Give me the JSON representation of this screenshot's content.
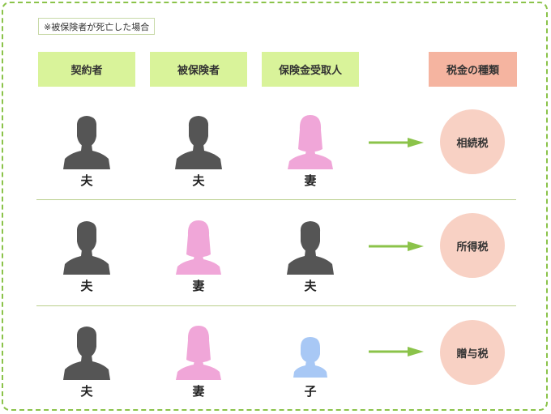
{
  "note": "※被保険者が死亡した場合",
  "headers": {
    "contractor": "契約者",
    "insured": "被保険者",
    "beneficiary": "保険金受取人",
    "tax_type": "税金の種類"
  },
  "colors": {
    "male": "#555555",
    "female": "#f0a6d8",
    "child": "#a8c8f5",
    "arrow": "#8bc34a",
    "tax_circle": "#f8d1c4",
    "header_green": "#d9f39a",
    "header_salmon": "#f5b4a0"
  },
  "rows": [
    {
      "contractor": {
        "label": "夫",
        "icon": "male-silhouette-icon"
      },
      "insured": {
        "label": "夫",
        "icon": "male-silhouette-icon"
      },
      "beneficiary": {
        "label": "妻",
        "icon": "female-silhouette-icon"
      },
      "tax": "相続税"
    },
    {
      "contractor": {
        "label": "夫",
        "icon": "male-silhouette-icon"
      },
      "insured": {
        "label": "妻",
        "icon": "female-silhouette-icon"
      },
      "beneficiary": {
        "label": "夫",
        "icon": "male-silhouette-icon"
      },
      "tax": "所得税"
    },
    {
      "contractor": {
        "label": "夫",
        "icon": "male-silhouette-icon"
      },
      "insured": {
        "label": "妻",
        "icon": "female-silhouette-icon"
      },
      "beneficiary": {
        "label": "子",
        "icon": "child-silhouette-icon"
      },
      "tax": "贈与税"
    }
  ]
}
